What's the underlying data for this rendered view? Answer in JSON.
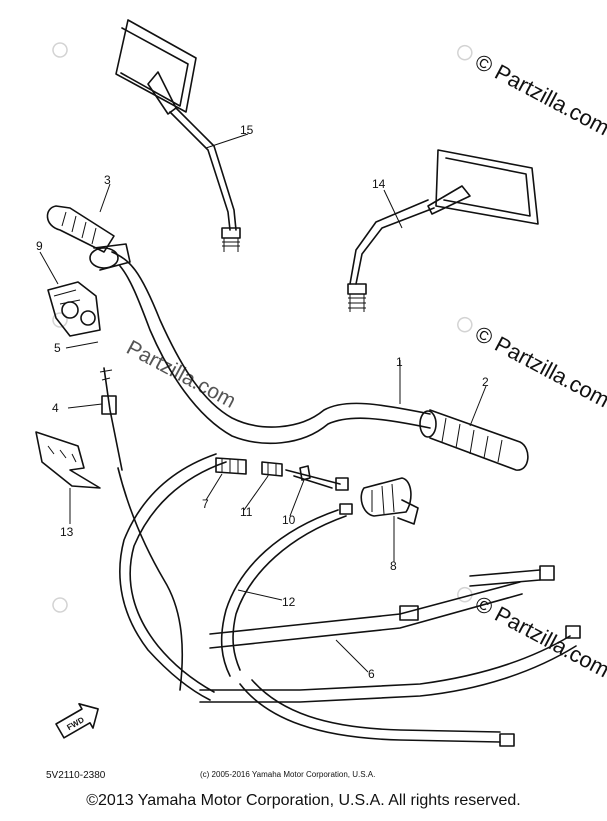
{
  "diagram": {
    "callouts": [
      {
        "id": "1",
        "label": "1"
      },
      {
        "id": "2",
        "label": "2"
      },
      {
        "id": "3",
        "label": "3"
      },
      {
        "id": "4",
        "label": "4"
      },
      {
        "id": "5",
        "label": "5"
      },
      {
        "id": "6",
        "label": "6"
      },
      {
        "id": "7",
        "label": "7"
      },
      {
        "id": "8",
        "label": "8"
      },
      {
        "id": "9",
        "label": "9"
      },
      {
        "id": "10",
        "label": "10"
      },
      {
        "id": "11",
        "label": "11"
      },
      {
        "id": "12",
        "label": "12"
      },
      {
        "id": "13",
        "label": "13"
      },
      {
        "id": "14",
        "label": "14"
      },
      {
        "id": "15",
        "label": "15"
      }
    ],
    "fwd_label": "FWD",
    "drawing_code": "5V2110-2380",
    "fine_copyright": "(c) 2005-2016 Yamaha Motor Corporation, U.S.A.",
    "watermark_text": "© Partzilla.com",
    "watermark_center": "Partzilla.com"
  },
  "footer": {
    "copyright": "©2013 Yamaha Motor Corporation, U.S.A. All rights reserved."
  }
}
